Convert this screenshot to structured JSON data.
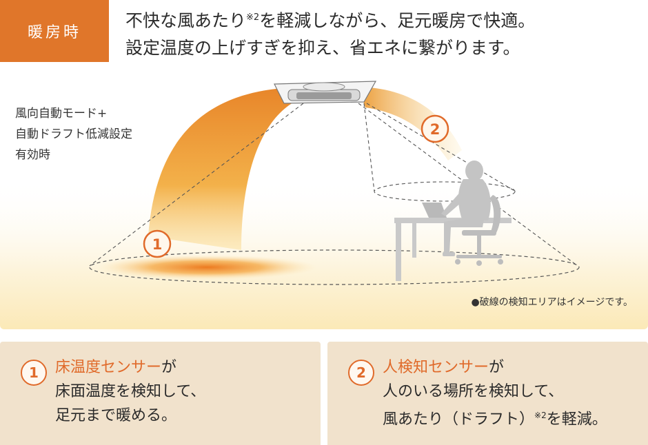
{
  "tag": "暖房時",
  "headline": {
    "line1_pre": "不快な風あたり",
    "line1_sup": "※2",
    "line1_post": "を軽減しながら、足元暖房で快適。",
    "line2": "設定温度の上げすぎを抑え、省エネに繋がります。"
  },
  "mode_label": [
    "風向自動モード+",
    "自動ドラフト低減設定",
    "有効時"
  ],
  "badges": {
    "one": "1",
    "two": "2"
  },
  "note": "●破線の検知エリアはイメージです。",
  "panels": [
    {
      "num": "1",
      "title": "床温度センサー",
      "title_suffix": "が",
      "line2": "床面温度を検知して、",
      "line3": "足元まで暖める。"
    },
    {
      "num": "2",
      "title": "人検知センサー",
      "title_suffix": "が",
      "line2": "人のいる場所を検知して、",
      "line3_pre": "風あたり（ドラフト）",
      "line3_sup": "※2",
      "line3_post": "を軽減。"
    }
  ],
  "colors": {
    "accent": "#e0762a",
    "panel": "#f1e2cc",
    "warm_glow": "#f3a23a"
  }
}
